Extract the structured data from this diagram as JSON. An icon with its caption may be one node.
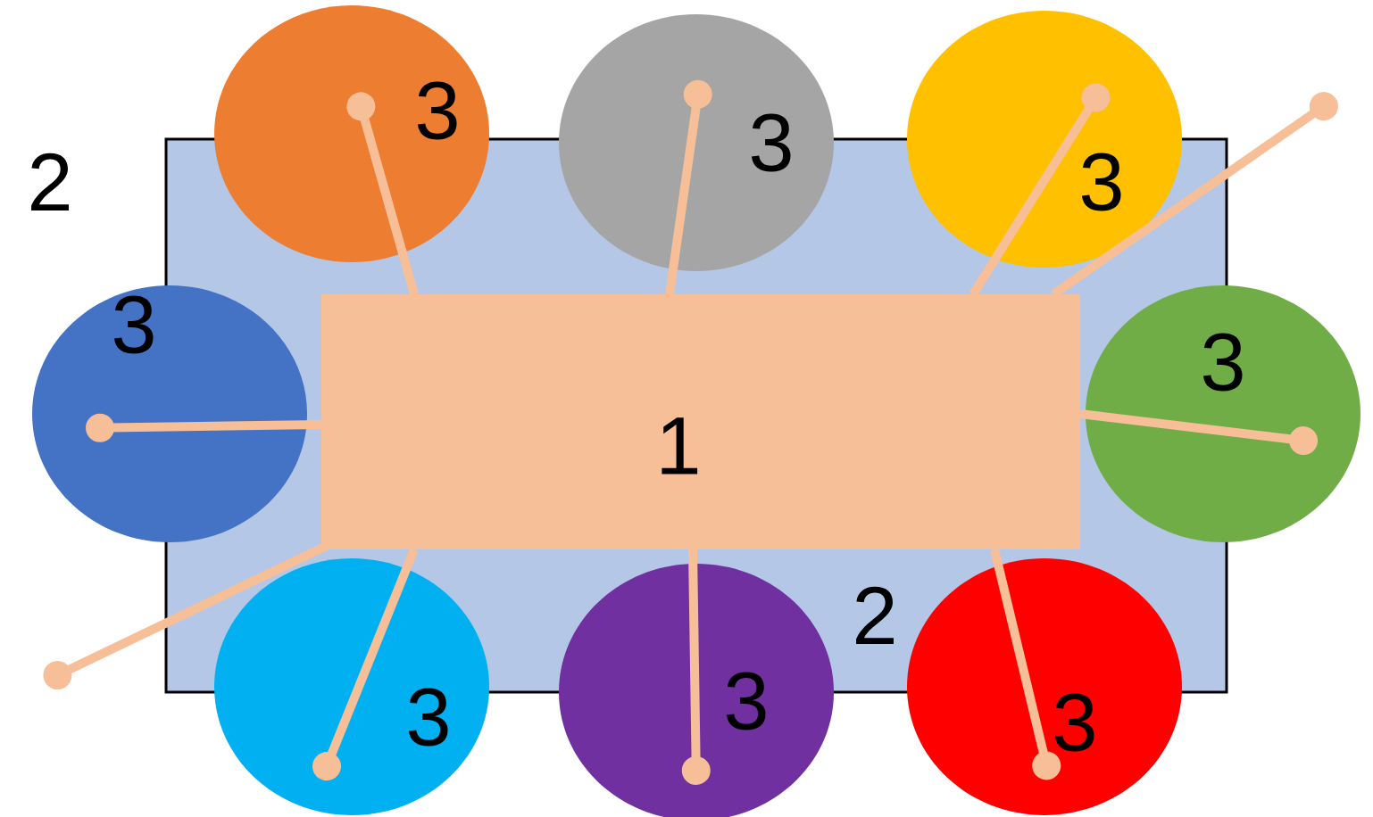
{
  "diagram": {
    "nodes": [
      {
        "text": [
          "2",
          "2"
        ]
      },
      {
        "text": [
          "1"
        ],
        "in": 0
      },
      {
        "text": [
          "3"
        ]
      },
      {
        "text": [
          "3"
        ]
      },
      {
        "text": [
          "3"
        ]
      },
      {
        "text": [
          "3"
        ]
      },
      {
        "text": [
          "3"
        ]
      },
      {
        "text": [
          "3"
        ]
      },
      {
        "text": [
          "3"
        ]
      },
      {
        "text": [
          "3"
        ]
      }
    ],
    "edges": [
      {
        "from": 1,
        "to": 2,
        "arrow": "other"
      },
      {
        "from": 1,
        "to": 3,
        "arrow": "other"
      },
      {
        "from": 1,
        "to": 4,
        "arrow": "other"
      },
      {
        "from": 1,
        "to": null,
        "arrow": "other"
      },
      {
        "from": 1,
        "to": 5,
        "arrow": "other"
      },
      {
        "from": 1,
        "to": 6,
        "arrow": "other"
      },
      {
        "from": 1,
        "to": null,
        "arrow": "other"
      },
      {
        "from": 1,
        "to": 7,
        "arrow": "other"
      },
      {
        "from": 1,
        "to": 8,
        "arrow": "other"
      },
      {
        "from": 1,
        "to": 9,
        "arrow": "other"
      }
    ]
  }
}
